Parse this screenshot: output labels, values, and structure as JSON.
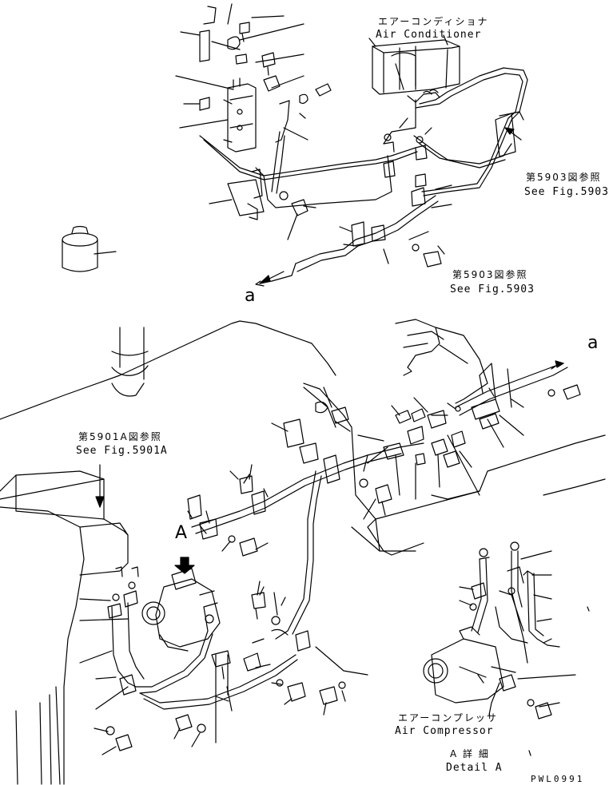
{
  "labels": {
    "air_conditioner_jp": "エアーコンディショナ",
    "air_conditioner_en": "Air Conditioner",
    "ref_5903_top_jp": "第5903図参照",
    "ref_5903_top_en": "See Fig.5903",
    "ref_5903_mid_jp": "第5903図参照",
    "ref_5903_mid_en": "See Fig.5903",
    "ref_5901a_jp": "第5901A図参照",
    "ref_5901a_en": "See Fig.5901A",
    "marker_a_left": "a",
    "marker_a_right": "a",
    "marker_A": "A",
    "air_compressor_jp": "エアーコンプレッサ",
    "air_compressor_en": "Air Compressor",
    "detail_jp": "A 詳 細",
    "detail_en": "Detail A",
    "drawing_ref": "PWL0991"
  }
}
